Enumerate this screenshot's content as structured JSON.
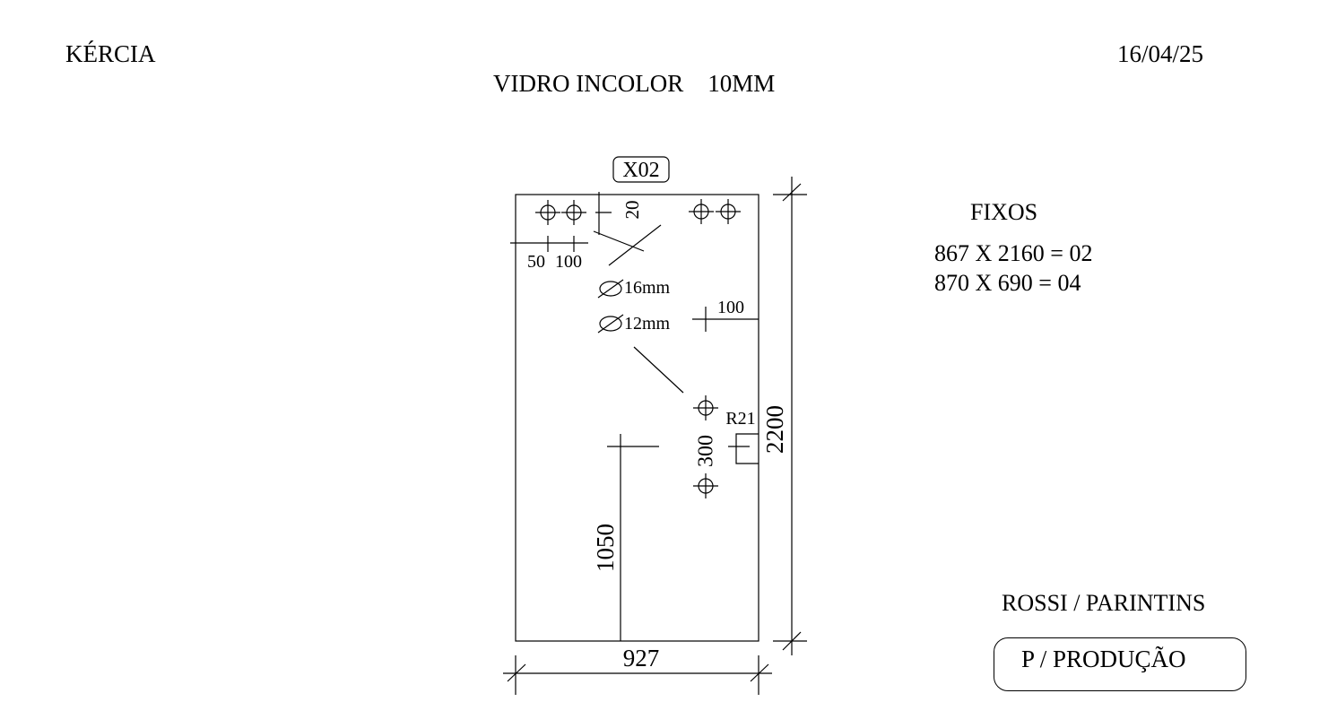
{
  "header": {
    "client": "KÉRCIA",
    "date": "16/04/25",
    "glass": "VIDRO INCOLOR    10MM"
  },
  "drawing": {
    "piece_code": "X02",
    "width": "927",
    "height": "2200",
    "top_offset": "20",
    "left_offset": "50",
    "hole_spacing": "100",
    "right_offset": "100",
    "hole_16": "16mm",
    "hole_12": "12mm",
    "radius": "R21",
    "lock_spacing": "300",
    "handle_height": "1050"
  },
  "fixos": {
    "title": "FIXOS",
    "items": [
      "867 X 2160 = 02",
      "870 X 690 = 04"
    ]
  },
  "footer": {
    "destination": "ROSSI / PARINTINS",
    "status": "P / PRODUÇÃO"
  }
}
